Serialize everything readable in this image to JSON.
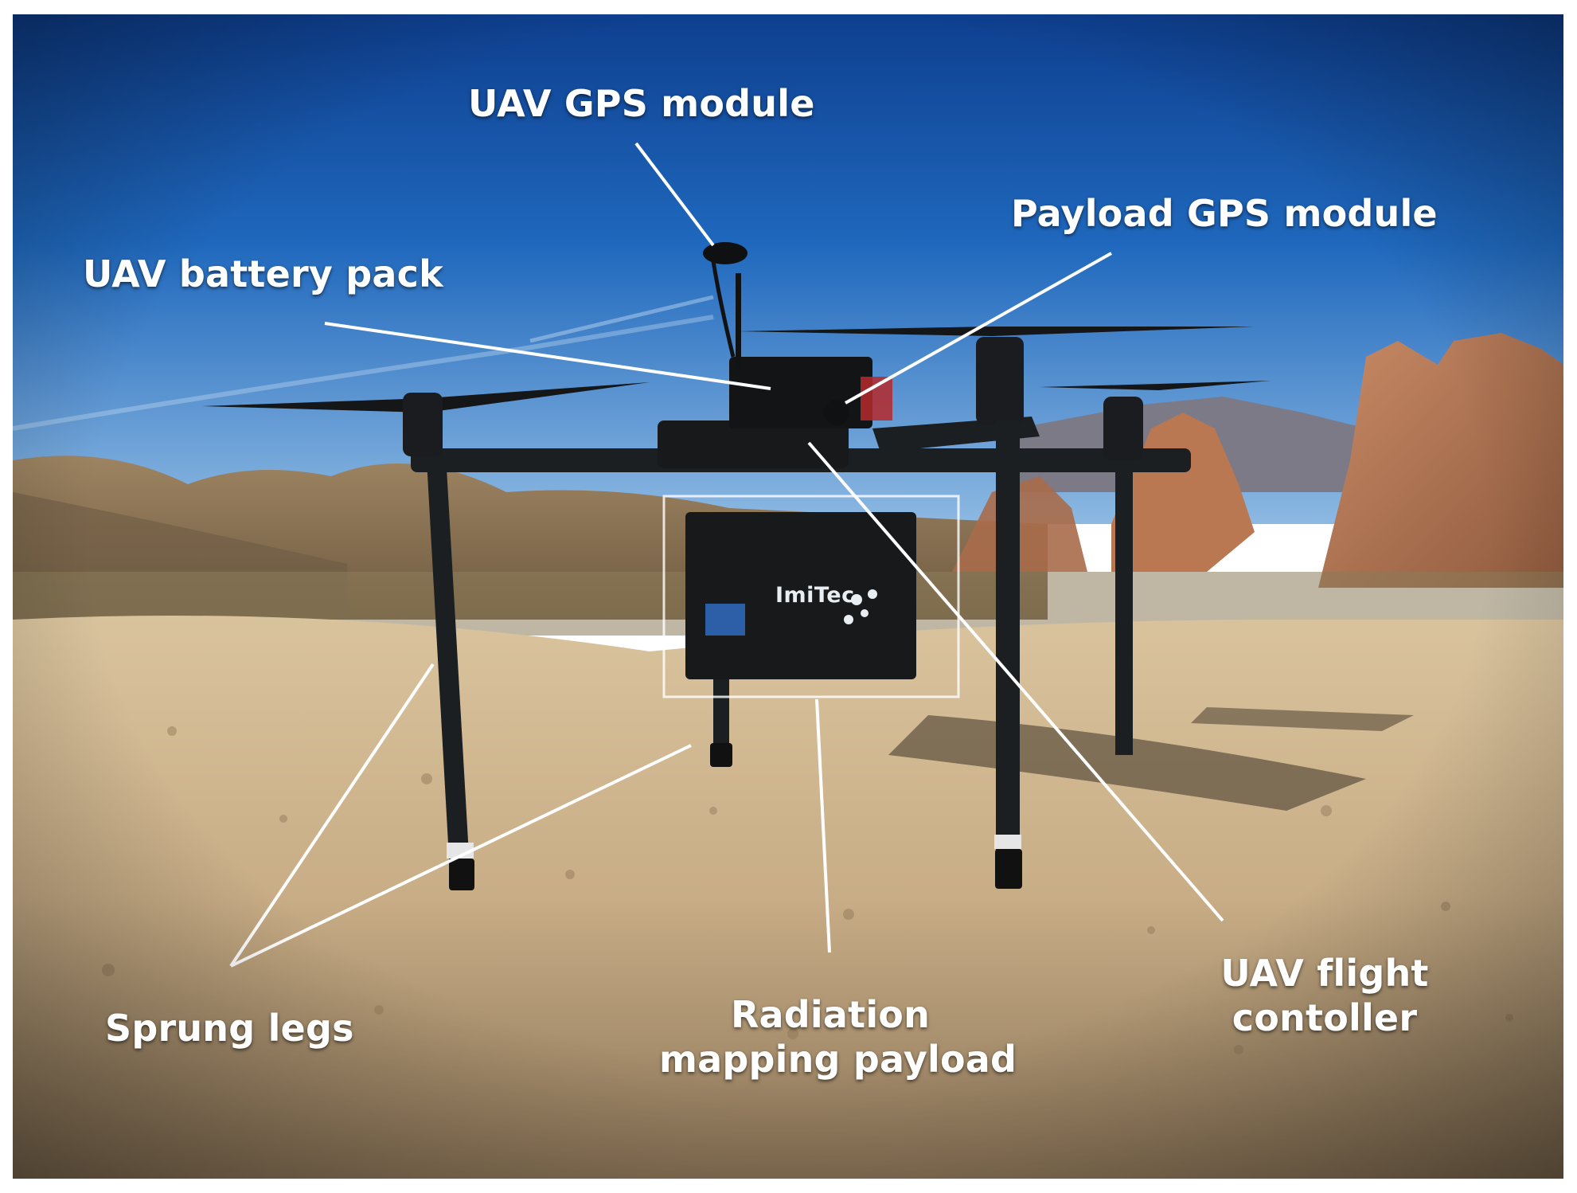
{
  "annotations": {
    "uav_gps_module": "UAV GPS module",
    "payload_gps_module": "Payload GPS module",
    "uav_battery_pack": "UAV battery pack",
    "sprung_legs": "Sprung legs",
    "radiation_payload_line1": "Radiation",
    "radiation_payload_line2": "mapping payload",
    "flight_controller_line1": "UAV flight",
    "flight_controller_line2": "contoller"
  },
  "payload_logo": "ImiTec",
  "colors": {
    "sky_top": "#0f4fa8",
    "sky_horizon": "#7fb0de",
    "ground": "#c9b08a",
    "rock": "#b0704f",
    "drone": "#1c1f22",
    "annotation": "#ffffff"
  }
}
